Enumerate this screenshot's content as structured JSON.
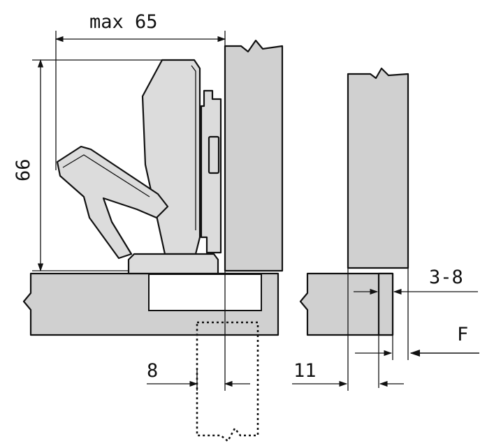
{
  "dimensions": {
    "max_width": "max 65",
    "height": "66",
    "offset_8": "8",
    "offset_11": "11",
    "gap_range": "3-8",
    "force_label": "F"
  },
  "colors": {
    "panel_fill": "#d0d0d0",
    "line": "#111111"
  }
}
